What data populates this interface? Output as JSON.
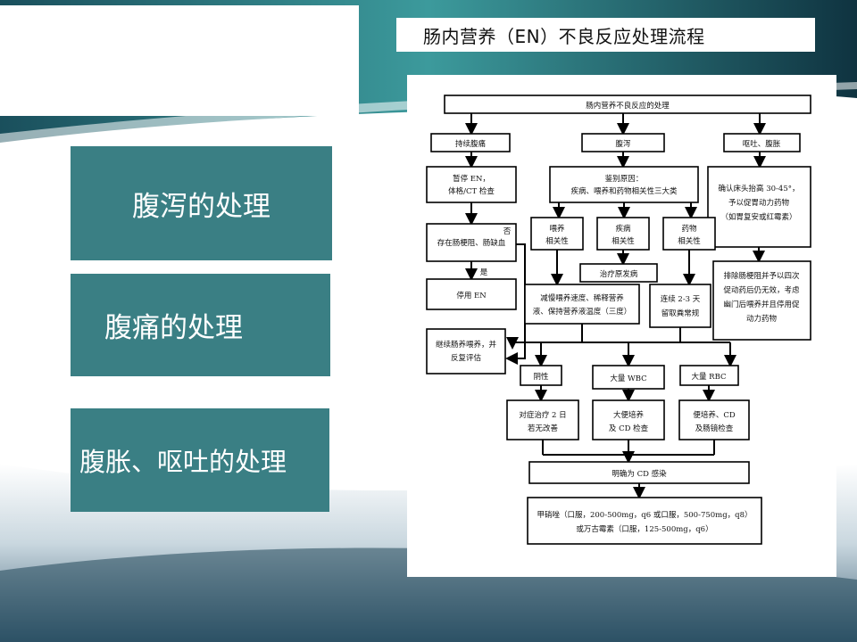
{
  "slide": {
    "title": "肠内营养（EN）不良反应处理流程"
  },
  "menu": {
    "items": [
      {
        "label": "腹泻的处理"
      },
      {
        "label": "腹痛的处理"
      },
      {
        "label": "腹胀、呕吐的处理"
      }
    ]
  },
  "flowchart": {
    "root": "肠内营养不良反应的处理",
    "branch_pain": "持续腹痛",
    "branch_diarrhea": "腹泻",
    "branch_vomit": "呕吐、腹胀",
    "stop_en_1": "暂停 EN，",
    "stop_en_2": "体格/CT 检查",
    "obstruction": "存在肠梗阻、肠缺血",
    "no_label": "否",
    "yes_label": "是",
    "stop_en_use": "停用 EN",
    "continue_1": "继续肠养喂养，并",
    "continue_2": "反复评估",
    "identify_1": "鉴别原因：",
    "identify_2": "疾病、喂养和药物相关性三大类",
    "feeding_1": "喂养",
    "feeding_2": "相关性",
    "disease_1": "疾病",
    "disease_2": "相关性",
    "drug_1": "药物",
    "drug_2": "相关性",
    "treat_primary": "治疗原发病",
    "slow_1": "减慢喂养速度、稀释营养",
    "slow_2": "液、保持营养液温度（三度）",
    "stool_1": "连续 2-3 天",
    "stool_2": "留取粪常规",
    "negative": "阴性",
    "wbc": "大量 WBC",
    "rbc": "大量 RBC",
    "symptom_1": "对症治疗 2 日",
    "symptom_2": "若无改善",
    "culture_1": "大便培养",
    "culture_2": "及 CD 检查",
    "culture_scope_1": "便培养、CD",
    "culture_scope_2": "及肠镜检查",
    "cd_infection": "明确为 CD 感染",
    "metro_1": "甲硝唑（口服，200-500mg，q6 或口服，500-750mg，q8）",
    "metro_2": "或万古霉素（口服，125-500mg，q6）",
    "head_1": "确认床头抬高 30-45°，",
    "head_2": "予以促胃动力药物",
    "head_3": "（如胃复安或红霉素）",
    "exclude_1": "排除肠梗阻并予以四次",
    "exclude_2": "促动药后仍无效，考虑",
    "exclude_3": "幽门后喂养并且停用促",
    "exclude_4": "动力药物"
  },
  "colors": {
    "button_teal": "#3a7f84",
    "background_dark": "#123a4a",
    "background_accent": "#2a8a8c"
  }
}
